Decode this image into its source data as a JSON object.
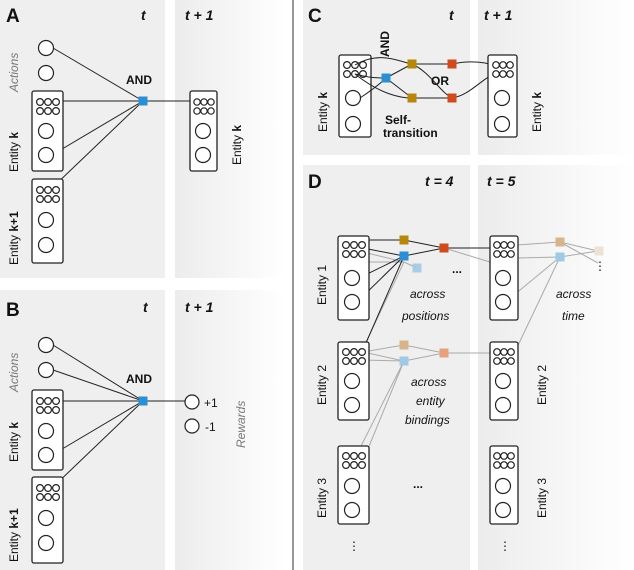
{
  "colors": {
    "and": "#2b8fd6",
    "and_light": "#9fc9e6",
    "or_mid": "#b8860b",
    "or_light": "#d9b48a",
    "or_out": "#d04a1c",
    "or_out_light": "#e5a27d",
    "panel_bg": "#efefef"
  },
  "panelA": {
    "letter": "A",
    "t": "t",
    "t1": "t + 1",
    "actions": "Actions",
    "and": "AND",
    "entity_k_word": "Entity",
    "entity_k_var": "k",
    "entity_k1_word": "Entity",
    "entity_k1_var": "k+1"
  },
  "panelB": {
    "letter": "B",
    "t": "t",
    "t1": "t + 1",
    "actions": "Actions",
    "and": "AND",
    "entity_k_word": "Entity",
    "entity_k_var": "k",
    "entity_k1_word": "Entity",
    "entity_k1_var": "k+1",
    "rewards": "Rewards",
    "plus1": "+1",
    "minus1": "-1"
  },
  "panelC": {
    "letter": "C",
    "t": "t",
    "t1": "t + 1",
    "and": "AND",
    "or": "OR",
    "self_transition_1": "Self-",
    "self_transition_2": "transition",
    "entity_word": "Entity",
    "entity_var": "k"
  },
  "panelD": {
    "letter": "D",
    "t_label": "t",
    "t_eq4": "= 4",
    "t5": "t = 5",
    "entity1": "Entity 1",
    "entity2": "Entity 2",
    "entity3": "Entity 3",
    "across_positions_1": "across",
    "across_positions_2": "positions",
    "across_time_1": "across",
    "across_time_2": "time",
    "across_bindings_1": "across",
    "across_bindings_2": "entity",
    "across_bindings_3": "bindings",
    "ellipsis": "...",
    "vdots": "⋮"
  }
}
